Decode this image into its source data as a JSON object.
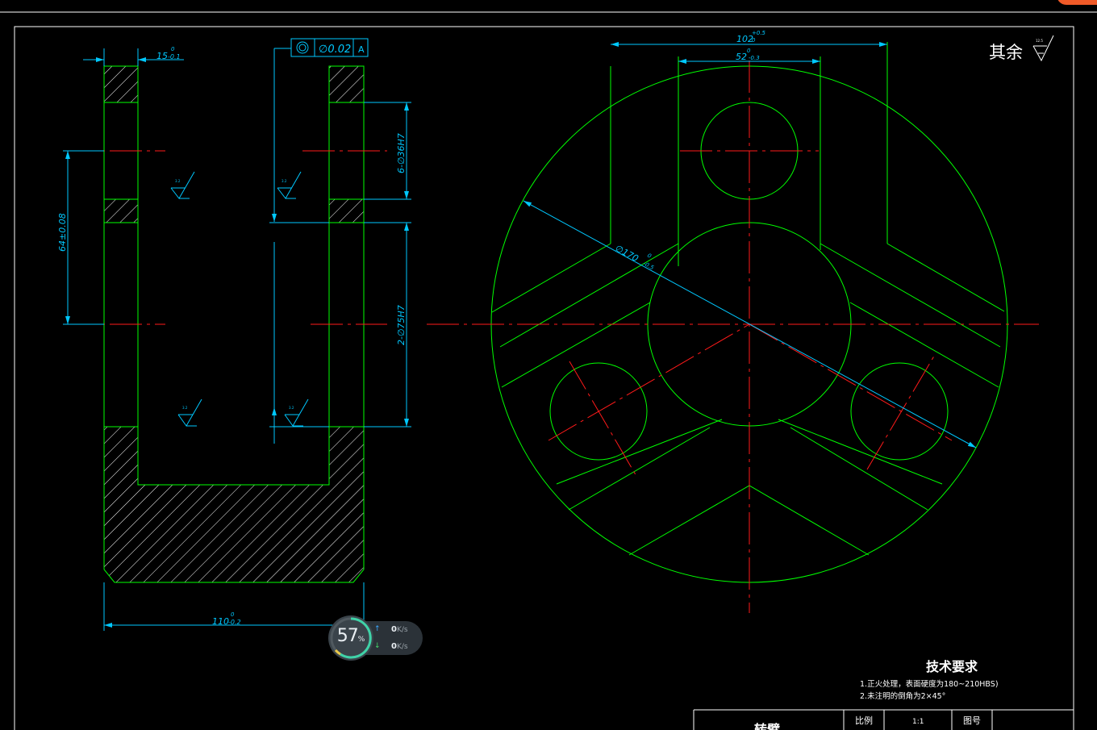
{
  "drawing": {
    "surface_note": "其余",
    "surface_note_symbol_value": "12.5",
    "tech_requirements": {
      "title": "技术要求",
      "line1": "1.正火处理，表面硬度为180~210HBS)",
      "line2": "2.未注明的倒角为2×45°"
    },
    "title_block": {
      "part_name": "转臂",
      "scale_label": "比例",
      "scale_value": "1:1",
      "drawing_no_label": "图号"
    },
    "side_view": {
      "dim_top_width": "15",
      "dim_top_width_tol_upper": "0",
      "dim_top_width_tol_lower": "-0.1",
      "gdt_symbol": "◎",
      "gdt_value": "∅0.02",
      "gdt_datum": "A",
      "dim_hole_spacing": "64±0.08",
      "dim_small_hole": "6-∅36H7",
      "dim_large_hole": "2-∅75H7",
      "dim_bottom_width": "110",
      "dim_bottom_tol_upper": "0",
      "dim_bottom_tol_lower": "-0.2",
      "roughness_value": "3.2"
    },
    "front_view": {
      "dim_outer_width": "102",
      "dim_outer_tol_upper": "+0.5",
      "dim_outer_tol_lower": "0",
      "dim_inner_width": "52",
      "dim_inner_tol_upper": "0",
      "dim_inner_tol_lower": "-0.3",
      "dim_diameter": "∅170",
      "dim_diameter_tol_upper": "0",
      "dim_diameter_tol_lower": "-0.5"
    }
  },
  "net_widget": {
    "cpu_percent": "57",
    "percent_sign": "%",
    "upload_value": "0",
    "upload_unit": "K/s",
    "download_value": "0",
    "download_unit": "K/s"
  },
  "colors": {
    "outline": "#00ff00",
    "dimension": "#00c8ff",
    "centerline": "#ff1a1a",
    "frame": "#ffffff"
  }
}
